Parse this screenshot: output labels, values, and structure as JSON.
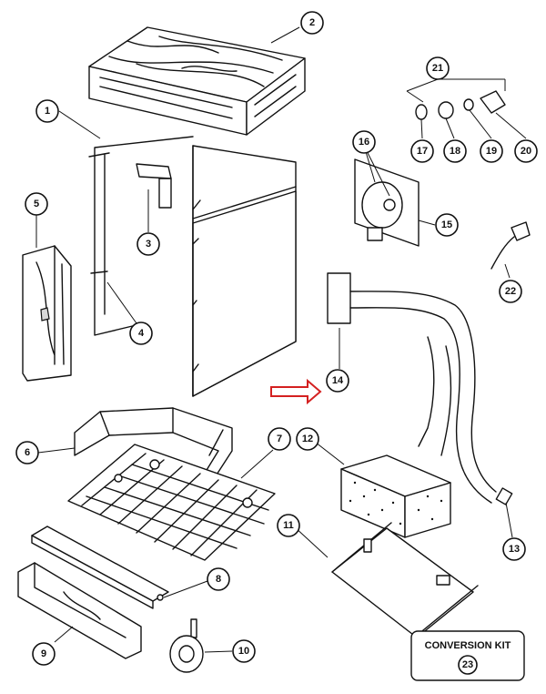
{
  "callouts": [
    {
      "id": "1"
    },
    {
      "id": "2"
    },
    {
      "id": "3"
    },
    {
      "id": "4"
    },
    {
      "id": "5"
    },
    {
      "id": "6"
    },
    {
      "id": "7"
    },
    {
      "id": "8"
    },
    {
      "id": "9"
    },
    {
      "id": "10"
    },
    {
      "id": "11"
    },
    {
      "id": "12"
    },
    {
      "id": "13"
    },
    {
      "id": "14"
    },
    {
      "id": "15"
    },
    {
      "id": "16"
    },
    {
      "id": "17"
    },
    {
      "id": "18"
    },
    {
      "id": "19"
    },
    {
      "id": "20"
    },
    {
      "id": "21"
    },
    {
      "id": "22"
    }
  ],
  "conversion_kit": {
    "title": "CONVERSION KIT",
    "number": "23"
  },
  "colors": {
    "ink": "#111111",
    "arrow": "#d42020"
  }
}
